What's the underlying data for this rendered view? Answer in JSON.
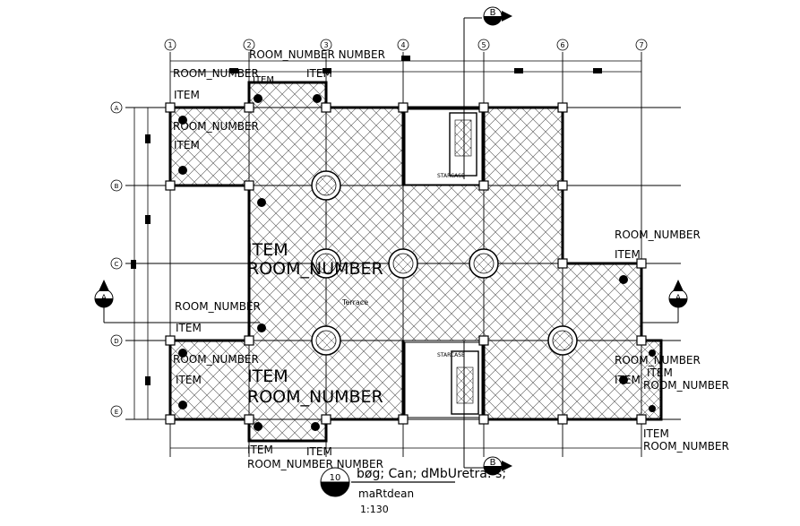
{
  "grid_labels": {
    "columns": [
      "1",
      "2",
      "3",
      "4",
      "5",
      "6",
      "7"
    ],
    "rows": [
      "A",
      "B",
      "C",
      "D",
      "E"
    ]
  },
  "section_markers": {
    "top": "B",
    "bottom": "B",
    "left": "A",
    "right": "A"
  },
  "room_texts": {
    "room_number": "ROOM_NUMBER",
    "item": "ITEM",
    "room_number_double": "ROOM_NUMBER NUMBER",
    "item_room_number": "ITEM ROOM_NUMBER",
    "room_number_item": "ROOM_NUMBER ITEM"
  },
  "space_labels": {
    "staircase_top": "STARCASE",
    "staircase_bottom": "STARCASE",
    "terrace": "Terrace"
  },
  "title_block": {
    "number": "10",
    "line1": "bøg; Can; dMbUretra: s;",
    "line2": "maRtdean",
    "scale": "1:130"
  }
}
